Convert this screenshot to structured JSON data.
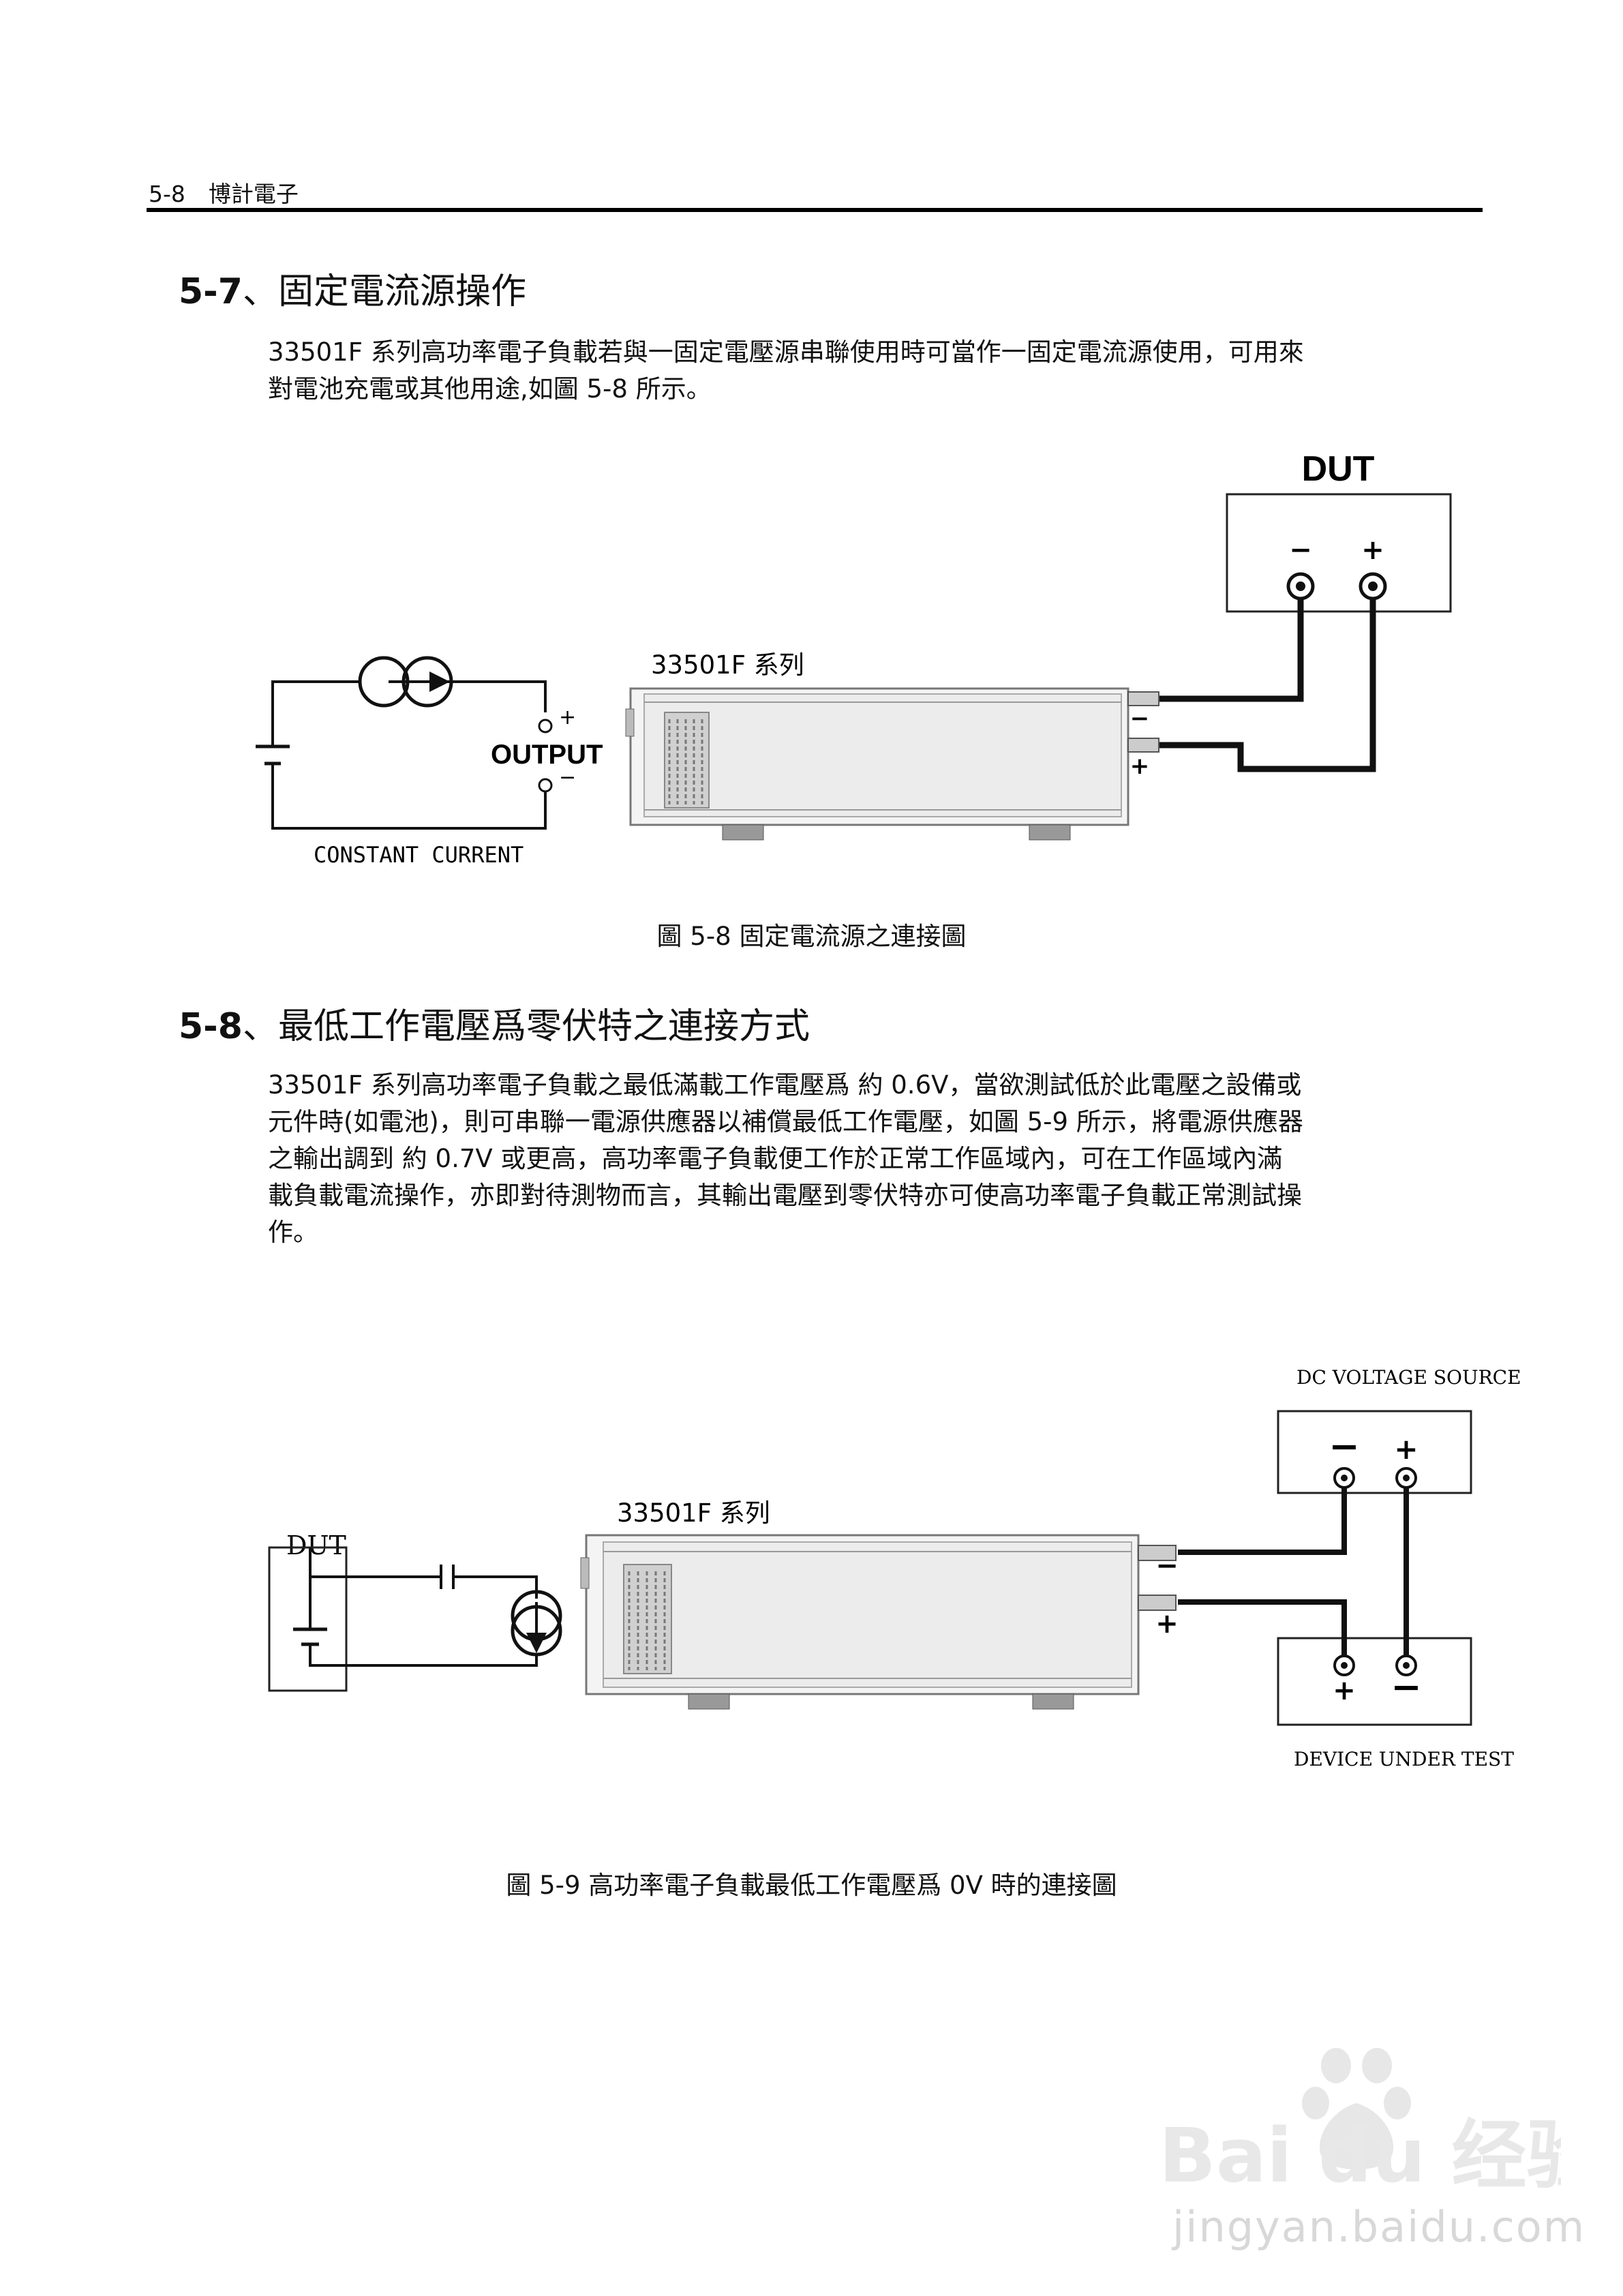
{
  "header": {
    "page_number": "5-8",
    "company": "博計電子"
  },
  "section1": {
    "number": "5-7",
    "title": "、固定電流源操作",
    "paragraph": [
      "33501F  系列高功率電子負載若與一固定電壓源串聯使用時可當作一固定電流源使用，可用來",
      "對電池充電或其他用途,如圖  5-8  所示。"
    ]
  },
  "figure1": {
    "dut_label": "DUT",
    "minus": "−",
    "plus": "+",
    "series_label": "33501F  系列",
    "output_label": "OUTPUT",
    "cc_label": "CONSTANT CURRENT",
    "caption": "圖  5-8  固定電流源之連接圖"
  },
  "section2": {
    "number": "5-8",
    "title": "、最低工作電壓爲零伏特之連接方式",
    "paragraph": [
      "33501F  系列高功率電子負載之最低滿載工作電壓爲  約  0.6V，當欲測試低於此電壓之設備或",
      "元件時(如電池)，則可串聯一電源供應器以補償最低工作電壓，如圖  5-9  所示，將電源供應器",
      "之輸出調到  約  0.7V  或更高，高功率電子負載便工作於正常工作區域內，可在工作區域內滿",
      "載負載電流操作，亦即對待測物而言，其輸出電壓到零伏特亦可使高功率電子負載正常測試操",
      "作。"
    ]
  },
  "figure2": {
    "dc_source_label": "DC VOLTAGE SOURCE",
    "device_label": "DEVICE UNDER TEST",
    "series_label": "33501F  系列",
    "dut_label": "DUT",
    "minus": "−",
    "plus": "+",
    "caption": "圖  5-9  高功率電子負載最低工作電壓爲  0V  時的連接圖"
  },
  "watermark": {
    "brand": "Bai du 经验",
    "url": "jingyan.baidu.com"
  }
}
